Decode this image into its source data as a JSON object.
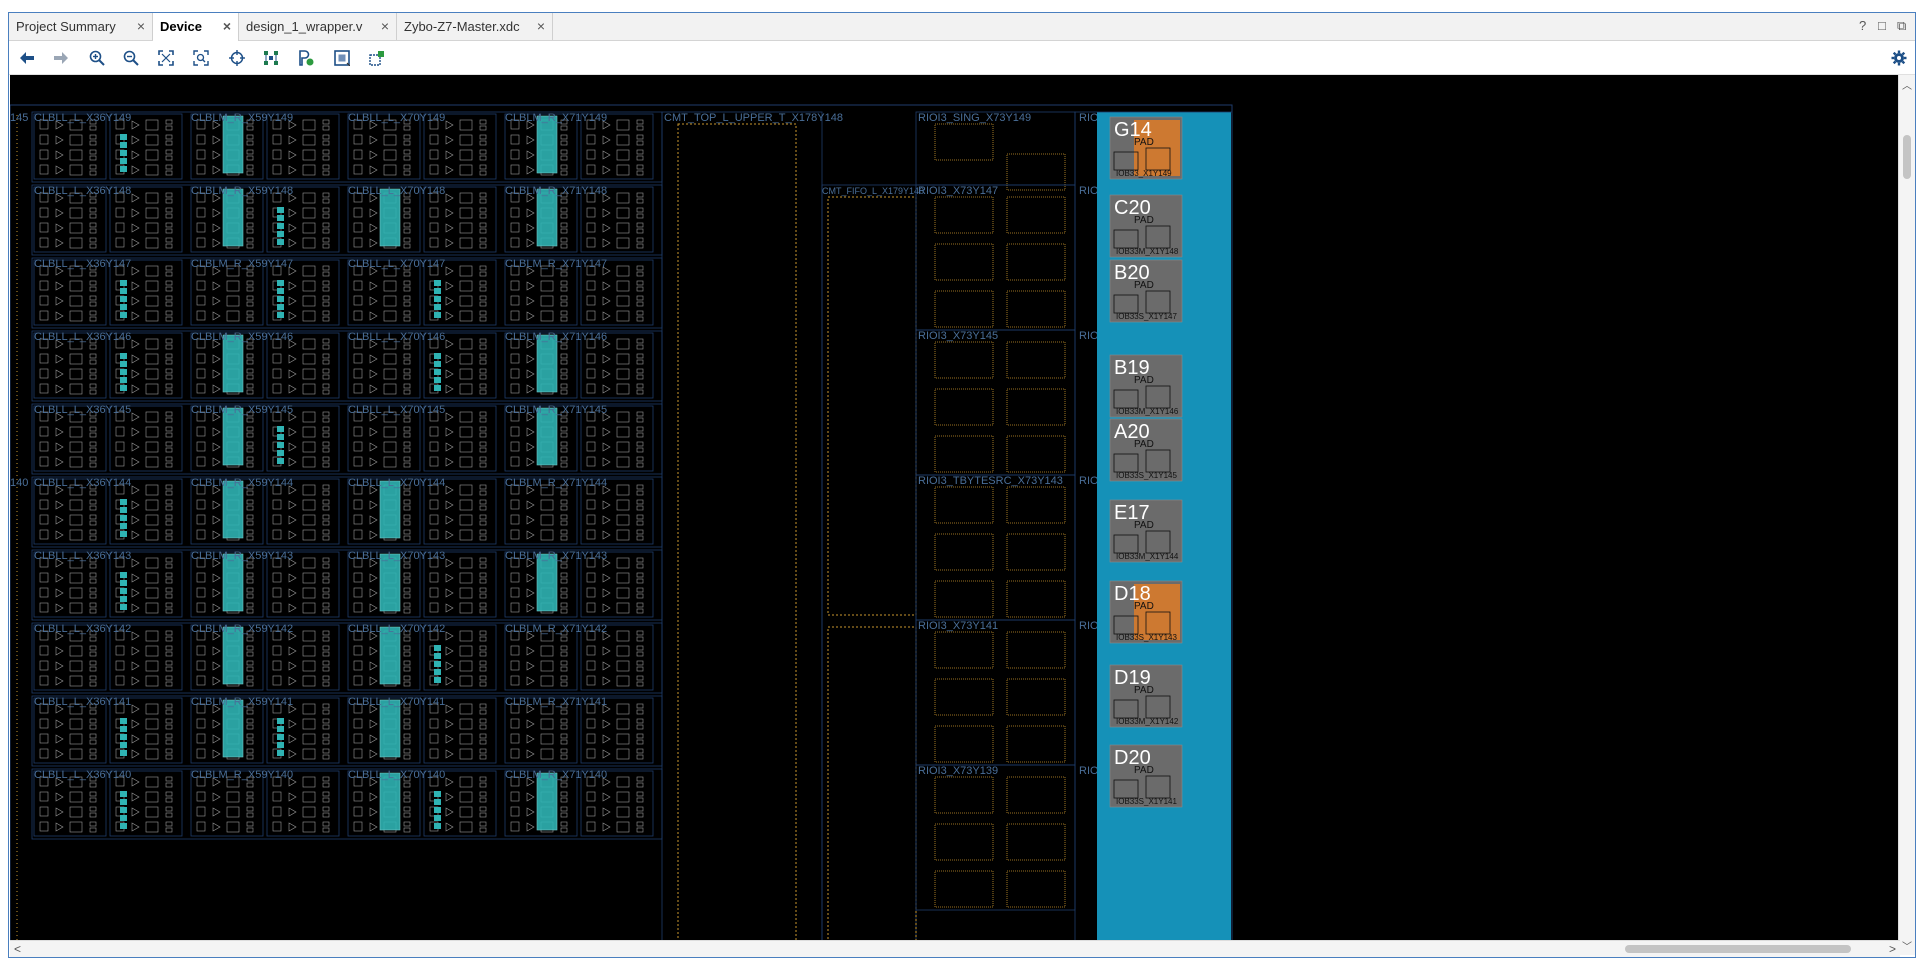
{
  "tabs": [
    {
      "label": "Project Summary"
    },
    {
      "label": "Device"
    },
    {
      "label": "design_1_wrapper.v"
    },
    {
      "label": "Zybo-Z7-Master.xdc"
    }
  ],
  "tab_close_glyph": "×",
  "window_controls": {
    "help": "?",
    "restore": "□",
    "float": "⧉"
  },
  "toolbar": {
    "back_icon": "back-arrow-icon",
    "forward_icon": "forward-arrow-icon",
    "zoom_in_icon": "zoom-in-icon",
    "zoom_out_icon": "zoom-out-icon",
    "zoom_fit_icon": "zoom-fit-icon",
    "zoom_selected_icon": "zoom-selected-icon",
    "auto_fit_icon": "crosshair-icon",
    "routing_icon": "routing-resources-icon",
    "place_ports_icon": "place-ports-icon",
    "pblock_icon": "draw-pblock-icon",
    "select_area_icon": "select-area-icon",
    "settings_icon": "gear-icon"
  },
  "device": {
    "left_edge_labels": [
      "145",
      "140"
    ],
    "rows": [
      {
        "left": "CLBLL_L_X36Y149",
        "m1": "CLBLM_R_X59Y149",
        "m2": "CLBLL_L_X70Y149",
        "right": "CLBLM_R_X71Y149"
      },
      {
        "left": "CLBLL_L_X36Y148",
        "m1": "CLBLM_R_X59Y148",
        "m2": "CLBLL_L_X70Y148",
        "right": "CLBLM_R_X71Y148"
      },
      {
        "left": "CLBLL_L_X36Y147",
        "m1": "CLBLM_R_X59Y147",
        "m2": "CLBLL_L_X70Y147",
        "right": "CLBLM_R_X71Y147"
      },
      {
        "left": "CLBLL_L_X36Y146",
        "m1": "CLBLM_R_X59Y146",
        "m2": "CLBLL_L_X70Y146",
        "right": "CLBLM_R_X71Y146"
      },
      {
        "left": "CLBLL_L_X36Y145",
        "m1": "CLBLM_R_X59Y145",
        "m2": "CLBLL_L_X70Y145",
        "right": "CLBLM_R_X71Y145"
      },
      {
        "left": "CLBLL_L_X36Y144",
        "m1": "CLBLM_R_X59Y144",
        "m2": "CLBLL_L_X70Y144",
        "right": "CLBLM_R_X71Y144"
      },
      {
        "left": "CLBLL_L_X36Y143",
        "m1": "CLBLM_R_X59Y143",
        "m2": "CLBLL_L_X70Y143",
        "right": "CLBLM_R_X71Y143"
      },
      {
        "left": "CLBLL_L_X36Y142",
        "m1": "CLBLM_R_X59Y142",
        "m2": "CLBLL_L_X70Y142",
        "right": "CLBLM_R_X71Y142"
      },
      {
        "left": "CLBLL_L_X36Y141",
        "m1": "CLBLM_R_X59Y141",
        "m2": "CLBLL_L_X70Y141",
        "right": "CLBLM_R_X71Y141"
      },
      {
        "left": "CLBLL_L_X36Y140",
        "m1": "CLBLM_R_X59Y140",
        "m2": "CLBLL_L_X70Y140",
        "right": "CLBLM_R_X71Y140"
      }
    ],
    "cmt_top_label": "CMT_TOP_L_UPPER_T_X178Y148",
    "cmt_fifo_label": "CMT_FIFO_L_X179Y140",
    "rioi_labels": [
      "RIOI3_SING_X73Y149",
      "RIOI3_X73Y147",
      "RIOI3_X73Y145",
      "RIOI3_TBYTESRC_X73Y143",
      "RIOI3_X73Y141",
      "RIOI3_X73Y139"
    ],
    "riob_label": "RIOB",
    "pads": [
      {
        "pin": "G14",
        "site": "IOB33_X1Y149",
        "placed": true
      },
      {
        "pin": "C20",
        "site": "IOB33M_X1Y148",
        "placed": false
      },
      {
        "pin": "B20",
        "site": "IOB33S_X1Y147",
        "placed": false
      },
      {
        "pin": "B19",
        "site": "IOB33M_X1Y146",
        "placed": false
      },
      {
        "pin": "A20",
        "site": "IOB33S_X1Y145",
        "placed": false
      },
      {
        "pin": "E17",
        "site": "IOB33M_X1Y144",
        "placed": false
      },
      {
        "pin": "D18",
        "site": "IOB33S_X1Y143",
        "placed": true
      },
      {
        "pin": "D19",
        "site": "IOB33M_X1Y142",
        "placed": false
      },
      {
        "pin": "D20",
        "site": "IOB33S_X1Y141",
        "placed": false
      }
    ],
    "pad_label": "PAD",
    "colors": {
      "background": "#000000",
      "tile_outline": "#1f3d6b",
      "tile_label": "#4a6f99",
      "slice_outline": "#9b9b9b",
      "used_cell": "#2fb3b3",
      "io_column": "#1591b8",
      "pad_fill": "#6b6b6b",
      "placed_pad": "#d87b2b",
      "cmt_outline": "#c9962e"
    }
  }
}
